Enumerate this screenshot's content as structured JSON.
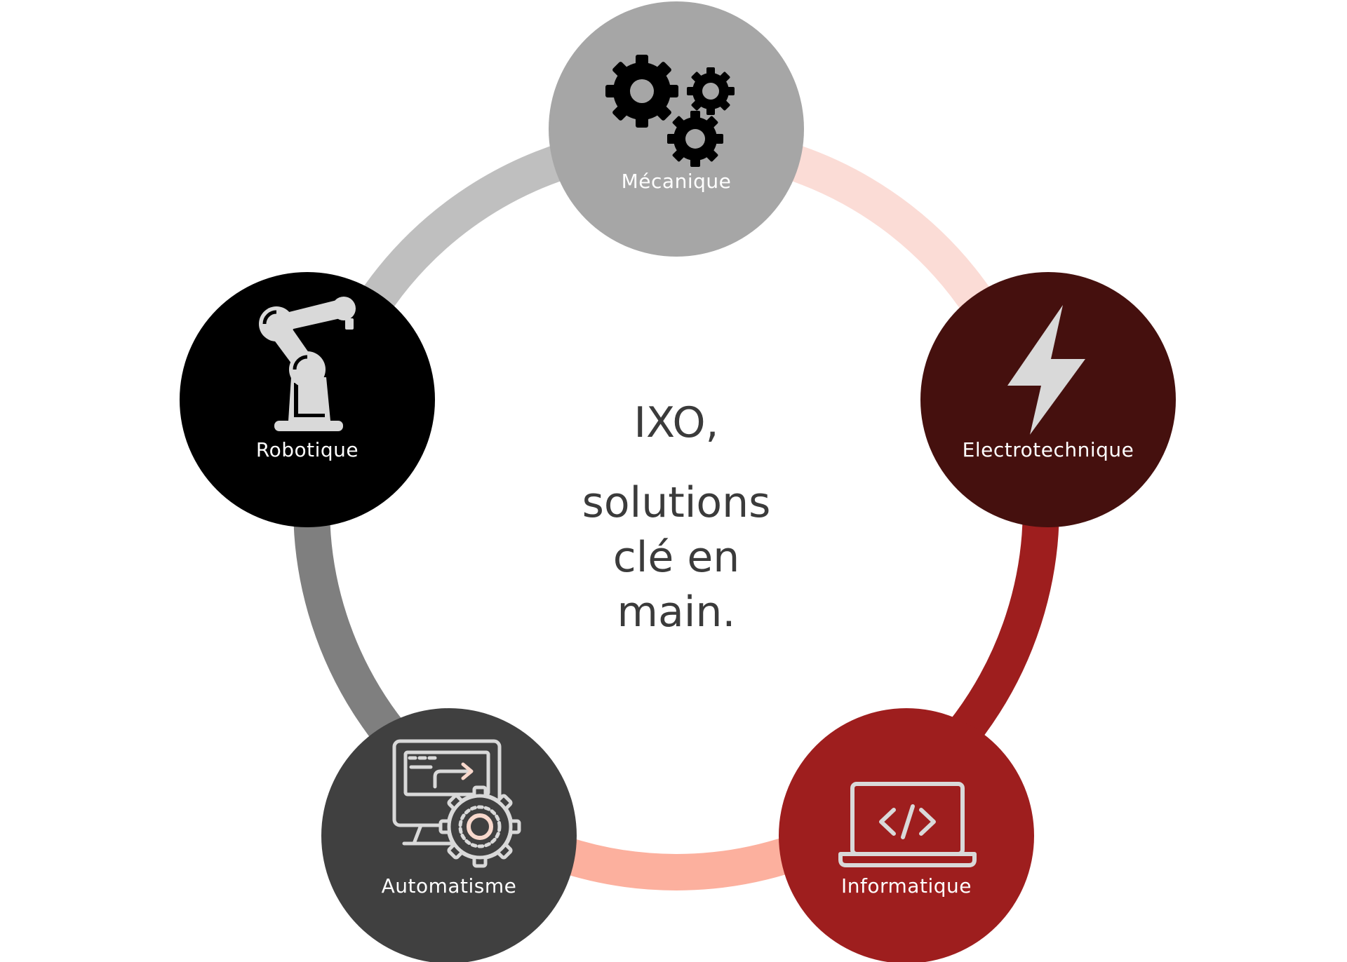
{
  "center": {
    "title": "IXO,",
    "lines": [
      "solutions",
      "clé en",
      "main."
    ]
  },
  "nodes": [
    {
      "id": "mecanique",
      "label": "Mécanique",
      "color": "#a6a6a6",
      "icon": "gears-icon"
    },
    {
      "id": "electrotechnique",
      "label": "Electrotechnique",
      "color": "#45100e",
      "icon": "lightning-icon"
    },
    {
      "id": "informatique",
      "label": "Informatique",
      "color": "#9e1e1e",
      "icon": "laptop-code-icon"
    },
    {
      "id": "automatisme",
      "label": "Automatisme",
      "color": "#404040",
      "icon": "monitor-gear-icon"
    },
    {
      "id": "robotique",
      "label": "Robotique",
      "color": "#000000",
      "icon": "robot-arm-icon"
    }
  ],
  "connectors": [
    {
      "from": "mecanique",
      "to": "electrotechnique",
      "color": "#fbdcd6"
    },
    {
      "from": "electrotechnique",
      "to": "informatique",
      "color": "#9e1e1e"
    },
    {
      "from": "informatique",
      "to": "automatisme",
      "color": "#fcb09e"
    },
    {
      "from": "automatisme",
      "to": "robotique",
      "color": "#7f7f7f"
    },
    {
      "from": "robotique",
      "to": "mecanique",
      "color": "#bfbfbf"
    }
  ]
}
